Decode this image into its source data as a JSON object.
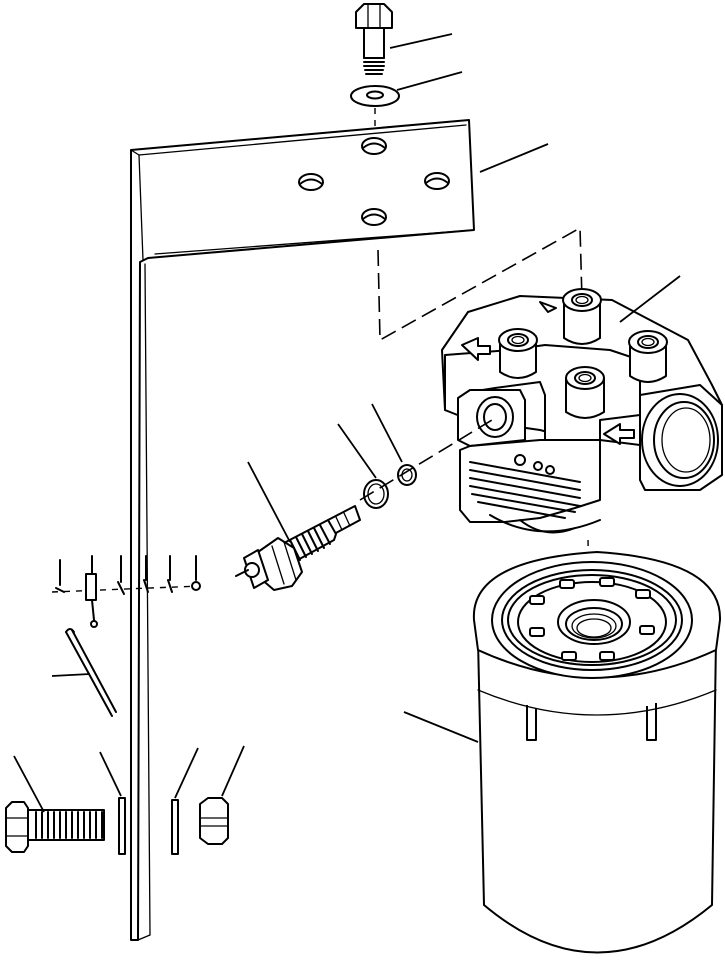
{
  "figure": {
    "type": "exploded-parts-diagram",
    "text_labels": [],
    "parts": [
      {
        "id": "bolt-top",
        "icon": "hex-bolt"
      },
      {
        "id": "washer-top",
        "icon": "flat-washer"
      },
      {
        "id": "mounting-bracket",
        "icon": "l-bracket-plate"
      },
      {
        "id": "filter-head",
        "icon": "filter-head-block"
      },
      {
        "id": "o-ring-large",
        "icon": "o-ring"
      },
      {
        "id": "o-ring-small",
        "icon": "o-ring"
      },
      {
        "id": "pressure-switch",
        "icon": "sensor-switch"
      },
      {
        "id": "small-hardware-set",
        "icon": "small-fasteners"
      },
      {
        "id": "wire-harness",
        "icon": "cable"
      },
      {
        "id": "bolt-bottom",
        "icon": "hex-bolt"
      },
      {
        "id": "lock-washer",
        "icon": "lock-washer"
      },
      {
        "id": "flat-washer-bottom",
        "icon": "flat-washer"
      },
      {
        "id": "hex-nut",
        "icon": "hex-nut"
      },
      {
        "id": "filter-cartridge",
        "icon": "spin-on-filter"
      }
    ],
    "colors": {
      "line": "#000000",
      "background": "#ffffff"
    }
  }
}
